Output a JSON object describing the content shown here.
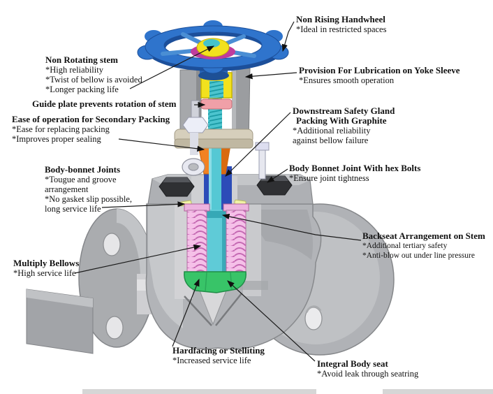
{
  "diagram_type": "annotated-cutaway-valve-diagram",
  "labels": {
    "non_rising_handwheel": {
      "title": "Non Rising Handwheel",
      "notes": [
        "*Ideal in restricted spaces"
      ]
    },
    "non_rotating_stem": {
      "title": "Non Rotating stem",
      "notes": [
        "*High reliability",
        "*Twist of bellow is avoided",
        "*Longer packing life"
      ]
    },
    "provision_lubrication": {
      "title": "Provision For Lubrication on Yoke Sleeve",
      "notes": [
        "*Ensures smooth operation"
      ]
    },
    "guide_plate": {
      "title": "Guide plate prevents rotation of stem",
      "notes": []
    },
    "ease_secondary_packing": {
      "title": "Ease of operation for Secondary Packing",
      "notes": [
        "*Ease for replacing packing",
        "*Improves proper sealing"
      ]
    },
    "downstream_gland": {
      "title": "Downstream Safety Gland",
      "title2": "Packing With Graphite",
      "notes": [
        "*Additional reliability",
        "against bellow failure"
      ]
    },
    "body_bonnet_joints": {
      "title": "Body-bonnet Joints",
      "notes": [
        "*Tougue and groove",
        "arrangement",
        "*No gasket slip possible,",
        "long service life"
      ]
    },
    "body_bonnet_bolts": {
      "title": "Body Bonnet Joint With hex Bolts",
      "notes": [
        "*Ensure joint tightness"
      ]
    },
    "backseat": {
      "title": "Backseat Arrangement on Stem",
      "notes": [
        "*Additional tertiary safety",
        "*Anti-blow out under line pressure"
      ]
    },
    "multiply_bellows": {
      "title": "Multiply Bellows",
      "notes": [
        "*High service life"
      ]
    },
    "hardfacing": {
      "title": "Hardfacing or Stelliting",
      "notes": [
        "*Increased service life"
      ]
    },
    "integral_body_seat": {
      "title": "Integral Body seat",
      "notes": [
        "*Avoid leak through seatring"
      ]
    }
  },
  "colors": {
    "handwheel": "#2f74cc",
    "handwheel_dark": "#1c4f9a",
    "hub_ring_magenta": "#bf3d9d",
    "yoke_nut_yellow": "#f2e11e",
    "stem_teal": "#4cc4ce",
    "guide_plate_pink": "#f0a0a8",
    "gland_orange": "#f28222",
    "packing_blue": "#2c4cb8",
    "bellows_pink": "#f5c0e8",
    "disc_green": "#38c468",
    "gasket_yellow": "#f0f2a6",
    "body_gray": "#b2b4b8",
    "bolt_dark": "#2f3033",
    "leader_line": "#1a1a1a",
    "background": "#ffffff"
  }
}
